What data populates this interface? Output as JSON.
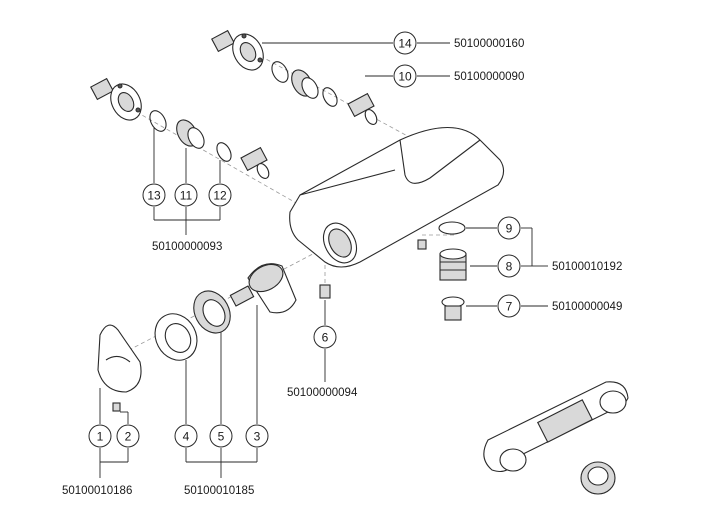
{
  "callouts": [
    {
      "num": "1"
    },
    {
      "num": "2"
    },
    {
      "num": "3"
    },
    {
      "num": "4"
    },
    {
      "num": "5"
    },
    {
      "num": "6"
    },
    {
      "num": "7"
    },
    {
      "num": "8"
    },
    {
      "num": "9"
    },
    {
      "num": "10"
    },
    {
      "num": "11"
    },
    {
      "num": "12"
    },
    {
      "num": "13"
    },
    {
      "num": "14"
    }
  ],
  "part_codes": {
    "p14": "50100000160",
    "p10": "50100000090",
    "p11_13": "50100000093",
    "p8_9": "50100010192",
    "p7": "50100000049",
    "p6": "50100000094",
    "p1_2": "50100010186",
    "p3_5": "50100010185"
  }
}
